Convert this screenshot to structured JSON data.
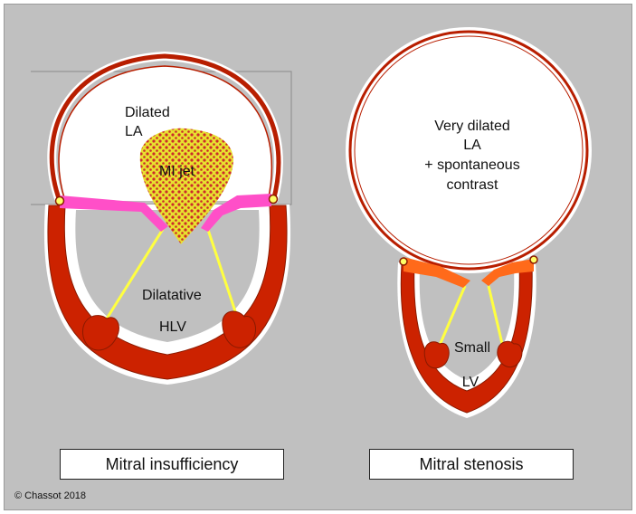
{
  "left_diagram": {
    "la_label_line1": "Dilated",
    "la_label_line2": "LA",
    "jet_label": "MI jet",
    "lv_label_line1": "Dilatative",
    "lv_label_line2": "HLV",
    "caption": "Mitral insufficiency"
  },
  "right_diagram": {
    "la_label_line1": "Very dilated",
    "la_label_line2": "LA",
    "la_label_line3": "+ spontaneous",
    "la_label_line4": "contrast",
    "lv_label_line1": "Small",
    "lv_label_line2": "LV",
    "caption": "Mitral stenosis"
  },
  "copyright": "© Chassot 2018",
  "colors": {
    "background": "#c0c0c0",
    "myocardium": "#cc2200",
    "wall_outline": "#8b1a00",
    "mi_leaflet": "#ff4fc8",
    "ms_leaflet": "#ff6a1a",
    "chordae": "#ffff40",
    "jet_fill": "#e8e030",
    "jet_dots": "#cc2a2a",
    "annulus": "#ffff66"
  }
}
